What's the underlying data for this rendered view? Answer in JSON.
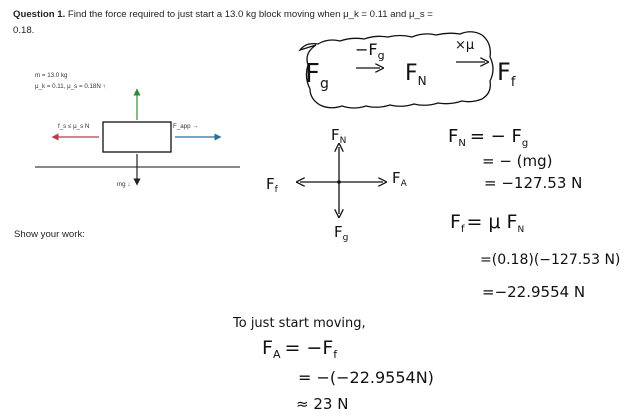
{
  "question": {
    "number_label": "Question 1.",
    "text": "Find the force required to just start a 13.0 kg block moving when μ_k = 0.11 and μ_s = 0.18."
  },
  "prompt": {
    "show_work": "Show your work:"
  },
  "free_body_diagram": {
    "mass_label": "m = 13.0 kg",
    "coefficients_label": "μ_k = 0.11, μ_s = 0.18N ↑",
    "friction_label": "f_s ≤ μ_s N",
    "applied_label": "F_app →",
    "weight_label": "mg ↓",
    "colors": {
      "normal_arrow": "#2e8b3a",
      "friction_arrow": "#c0394b",
      "applied_arrow": "#2a6f97",
      "weight_arrow": "#222222",
      "ground": "#888888"
    }
  },
  "handwritten": {
    "cloud": {
      "fg": "F",
      "fg_sub": "g",
      "step1_label": "−F",
      "step1_sub": "g",
      "fn": "F",
      "fn_sub": "N",
      "step2_label": "×μ",
      "ff": "F",
      "ff_sub": "f"
    },
    "sketch": {
      "top": "F",
      "top_sub": "N",
      "right": "F",
      "right_sub": "A",
      "left": "F",
      "left_sub": "f",
      "bottom": "F",
      "bottom_sub": "g"
    },
    "normal_force": {
      "line1": "F",
      "line1_sub": "N",
      "line1_rest": "= − F",
      "line1_rest_sub": "g",
      "line2": "= − (mg)",
      "line3": "= −127.53 N"
    },
    "friction_force": {
      "line1": "F",
      "line1_sub": "f",
      "line1_rest": "= μ F",
      "line1_rest_sub": "N",
      "line2": "=(0.18)(−127.53 N)",
      "line3": "=−22.9554 N"
    },
    "conclusion": {
      "intro": "To just start moving,",
      "line1": "F",
      "line1_sub": "A",
      "line1_rest": "= −F",
      "line1_rest_sub": "f",
      "line2": "= −(−22.9554N)",
      "line3": "≈ 23 N"
    }
  }
}
